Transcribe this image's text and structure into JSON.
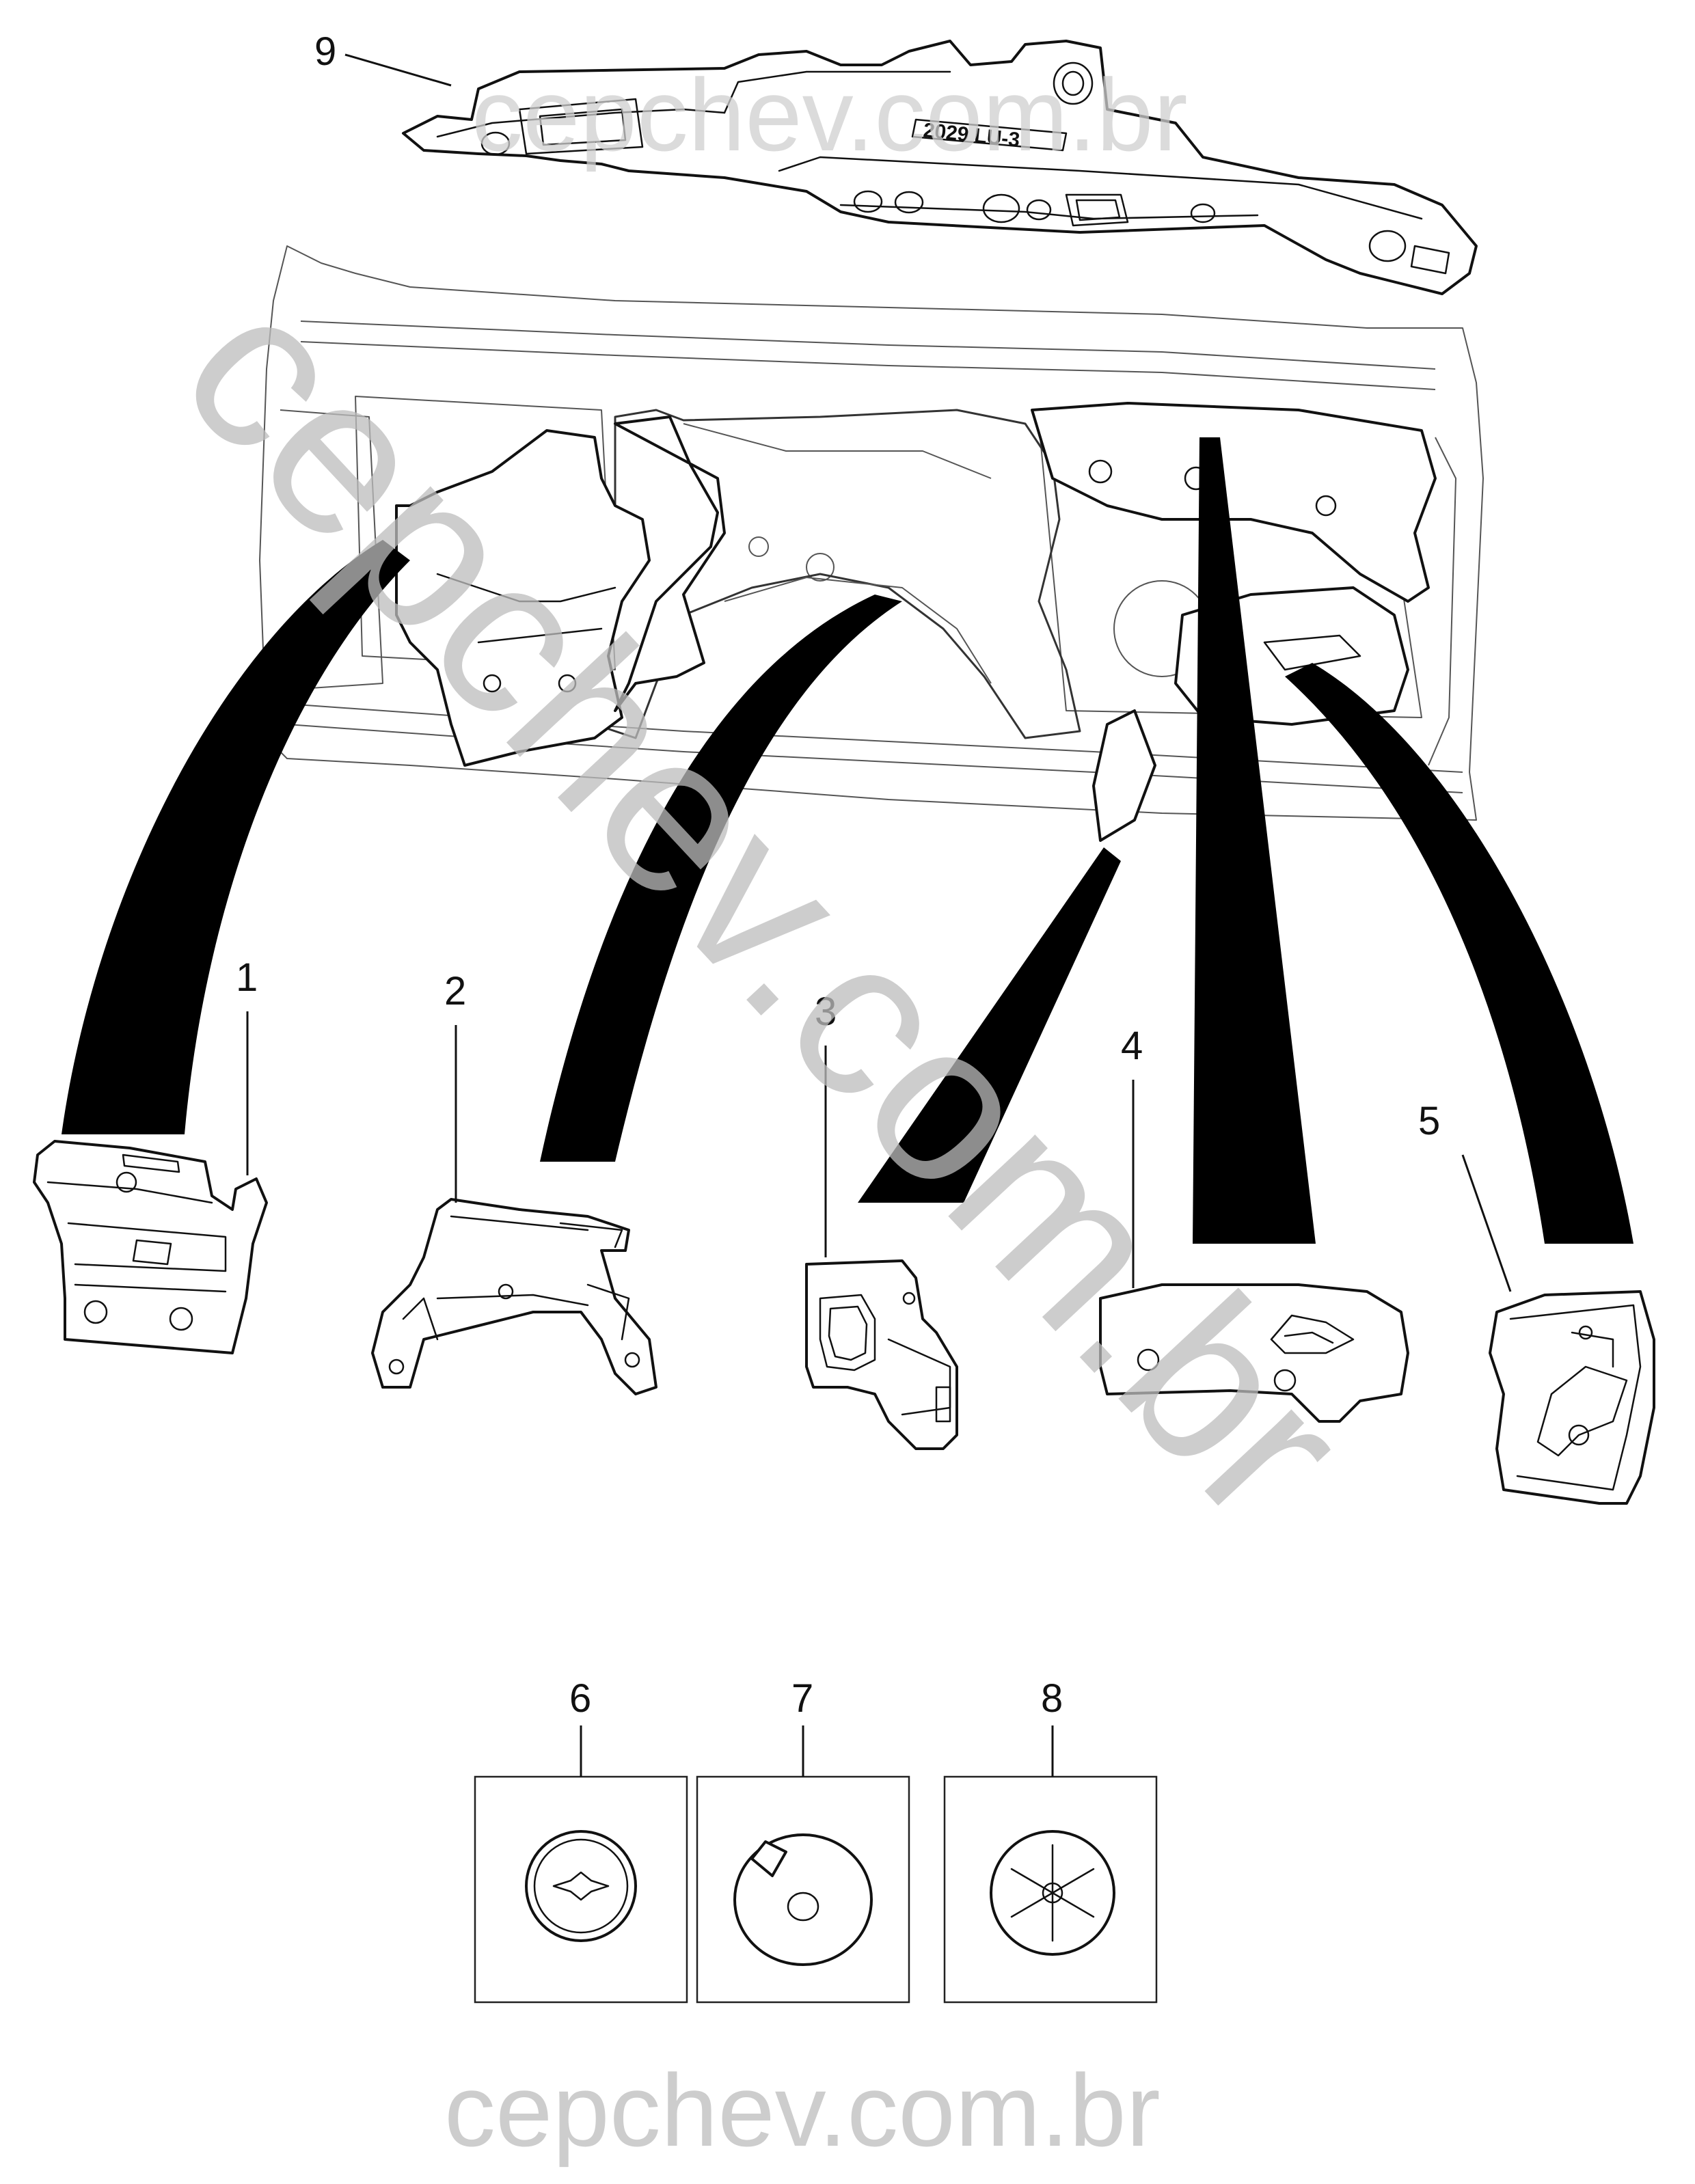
{
  "callouts": [
    {
      "id": "1",
      "label": "1"
    },
    {
      "id": "2",
      "label": "2"
    },
    {
      "id": "3",
      "label": "3"
    },
    {
      "id": "4",
      "label": "4"
    },
    {
      "id": "5",
      "label": "5"
    },
    {
      "id": "6",
      "label": "6"
    },
    {
      "id": "7",
      "label": "7"
    },
    {
      "id": "8",
      "label": "8"
    },
    {
      "id": "9",
      "label": "9"
    }
  ],
  "part_stamp": "2029 LU-3",
  "watermarks": {
    "diagonal": "cepchev.com.br",
    "top": "cepchev.com.br",
    "bottom": "cepchev.com.br"
  },
  "colors": {
    "line": "#111111",
    "watermark": "#bdbdbd",
    "leader_fill": "#000000"
  }
}
